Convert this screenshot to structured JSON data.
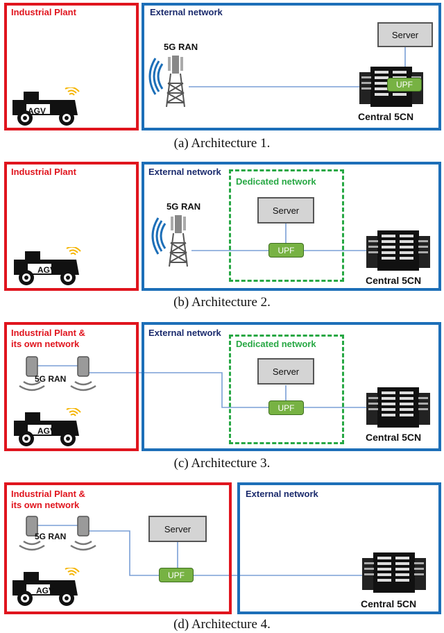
{
  "labels": {
    "industrial_plant": "Industrial Plant",
    "industrial_plant_own_1": "Industrial Plant &",
    "industrial_plant_own_2": "its own network",
    "external_network": "External network",
    "dedicated_network": "Dedicated network",
    "ran": "5G RAN",
    "server": "Server",
    "upf": "UPF",
    "central_5cn": "Central 5CN",
    "agv": "AGV"
  },
  "captions": [
    "(a) Architecture 1.",
    "(b) Architecture 2.",
    "(c) Architecture 3.",
    "(d) Architecture 4."
  ],
  "colors": {
    "plant_border": "#e0151e",
    "external_border": "#1d6fb8",
    "dedicated_border": "#27a844",
    "upf_fill": "#77b243",
    "link": "#7a9fd6"
  }
}
